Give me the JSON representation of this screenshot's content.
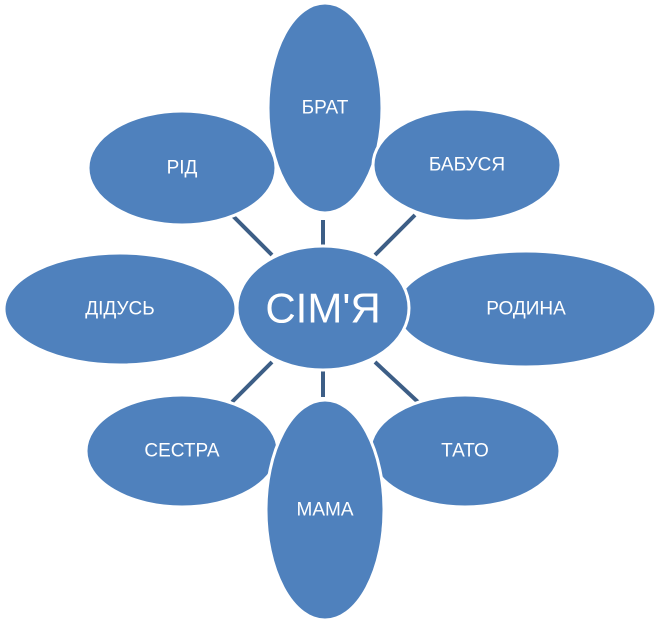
{
  "diagram": {
    "center": {
      "label": "СІМ'Я"
    },
    "nodes": [
      {
        "id": "brat",
        "label": "БРАТ"
      },
      {
        "id": "babusia",
        "label": "БАБУСЯ"
      },
      {
        "id": "rodyna",
        "label": "РОДИНА"
      },
      {
        "id": "tato",
        "label": "ТАТО"
      },
      {
        "id": "mama",
        "label": "МАМА"
      },
      {
        "id": "sestra",
        "label": "СЕСТРА"
      },
      {
        "id": "didus",
        "label": "ДІДУСЬ"
      },
      {
        "id": "rid",
        "label": "РІД"
      }
    ],
    "colors": {
      "node_fill": "#4f81bd",
      "node_border": "#ffffff",
      "connector": "#3d5e86",
      "text": "#ffffff"
    }
  }
}
